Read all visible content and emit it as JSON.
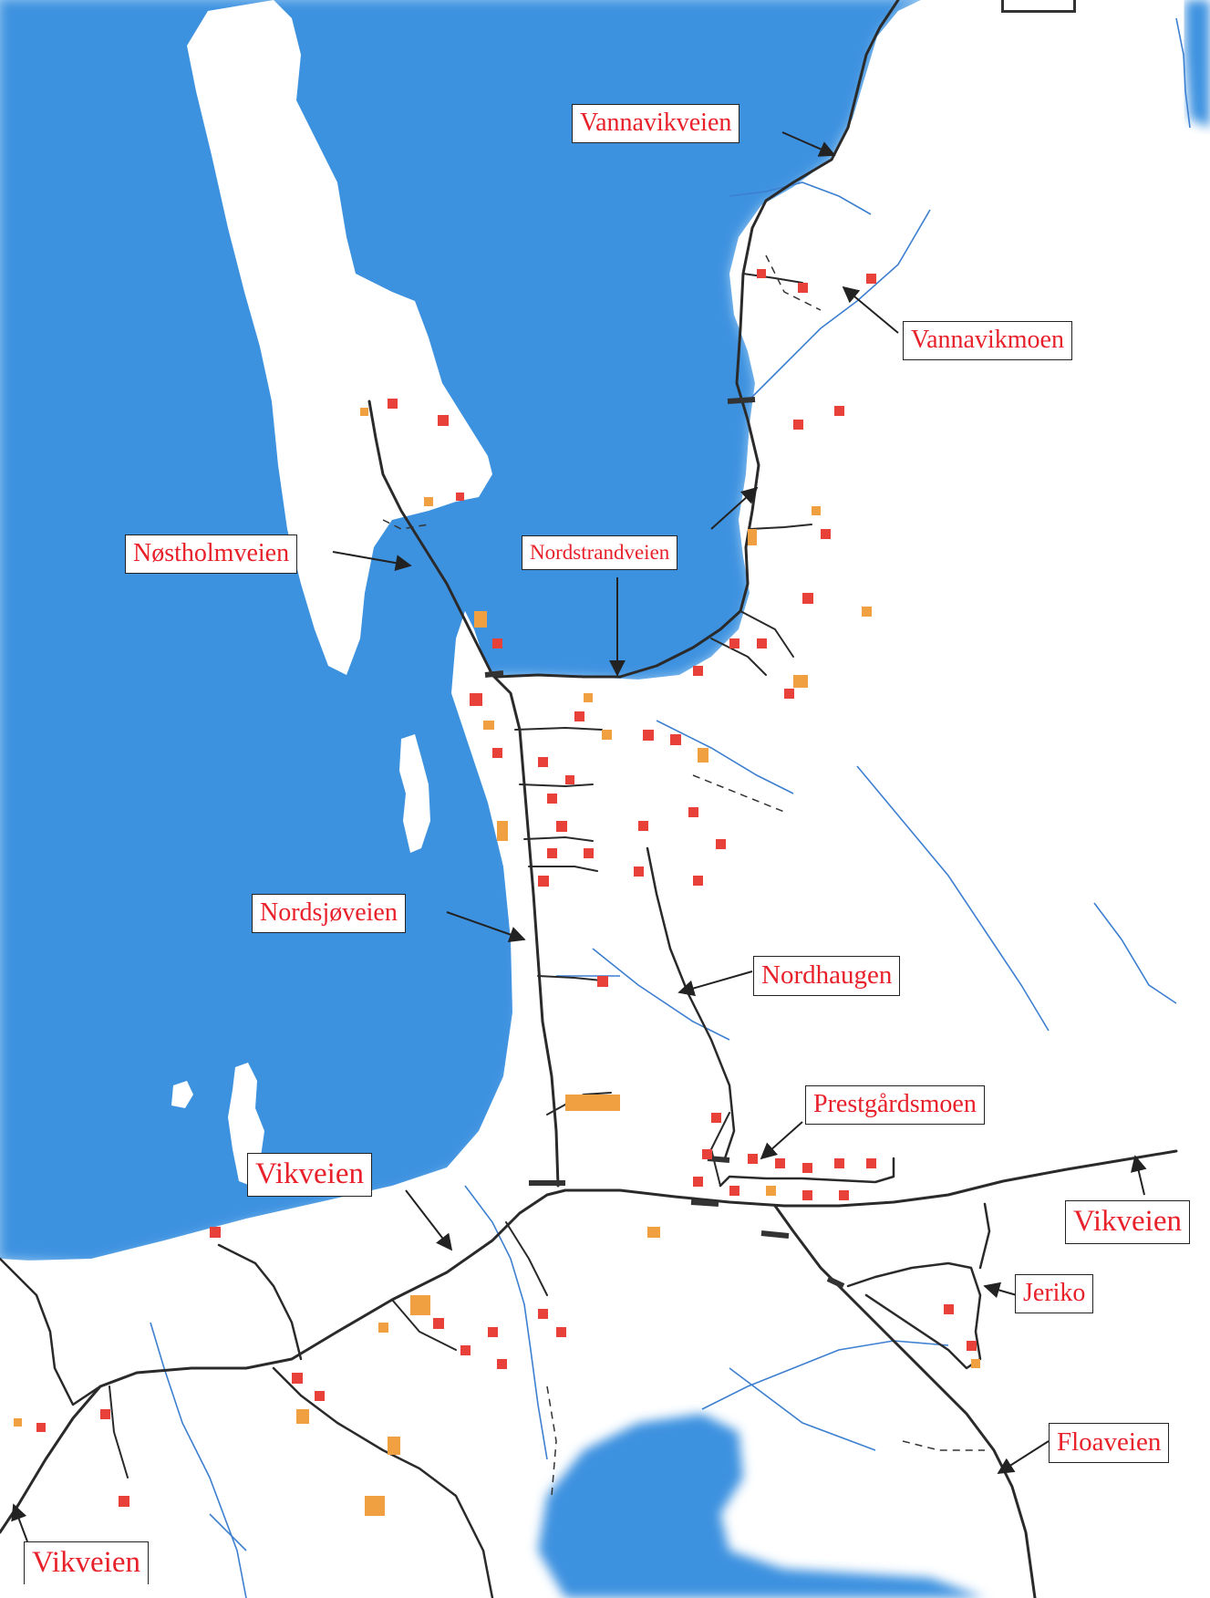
{
  "map": {
    "colors": {
      "water": "#3d92e0",
      "water_edge": "#9ccaf2",
      "land": "#ffffff",
      "road": "#2a2a2a",
      "label_text": "#e8202a",
      "building_red": "#e8413a",
      "building_orange": "#f0a040"
    },
    "labels": {
      "vannavikveien": "Vannavikveien",
      "vannavikmoen": "Vannavikmoen",
      "nostholmveien": "Nøstholmveien",
      "nordstrandveien": "Nordstrandveien",
      "nordsjoveien": "Nordsjøveien",
      "nordhaugen": "Nordhaugen",
      "prestgardsmoen": "Prestgårdsmoen",
      "vikveien_center": "Vikveien",
      "vikveien_east": "Vikveien",
      "vikveien_southwest": "Vikveien",
      "jeriko": "Jeriko",
      "floaveien": "Floaveien"
    }
  }
}
